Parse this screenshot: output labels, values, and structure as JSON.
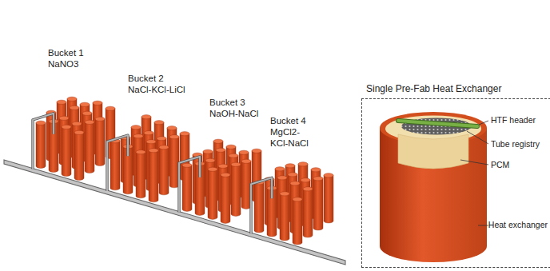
{
  "diagram": {
    "nodes": [
      {
        "text": [
          "Single Pre-Fab Heat Exchanger"
        ]
      }
    ],
    "labels": [
      "Bucket 1",
      "NaNO3",
      "Bucket 2",
      "NaCl-KCl-LiCl",
      "Bucket 3",
      "NaOH-NaCl",
      "Bucket 4",
      "MgCl2-",
      "KCl-NaCl",
      "HTF header",
      "Tube registry",
      "PCM",
      "Heat exchanger"
    ]
  }
}
